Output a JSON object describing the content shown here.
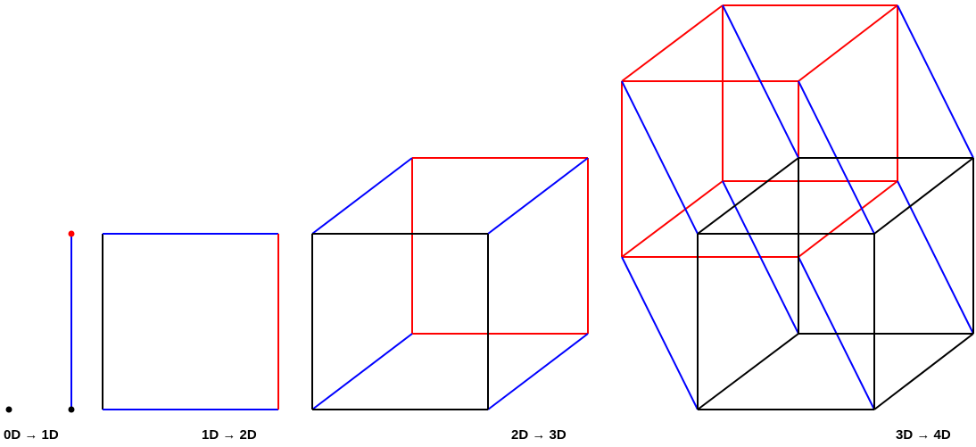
{
  "colors": {
    "original": "#000000",
    "extrusion": "#0000ff",
    "copy": "#ff0000"
  },
  "labels": {
    "d0_to_d1": "0D → 1D",
    "d1_to_d2": "1D → 2D",
    "d2_to_d3": "2D → 3D",
    "d3_to_d4": "3D → 4D"
  }
}
